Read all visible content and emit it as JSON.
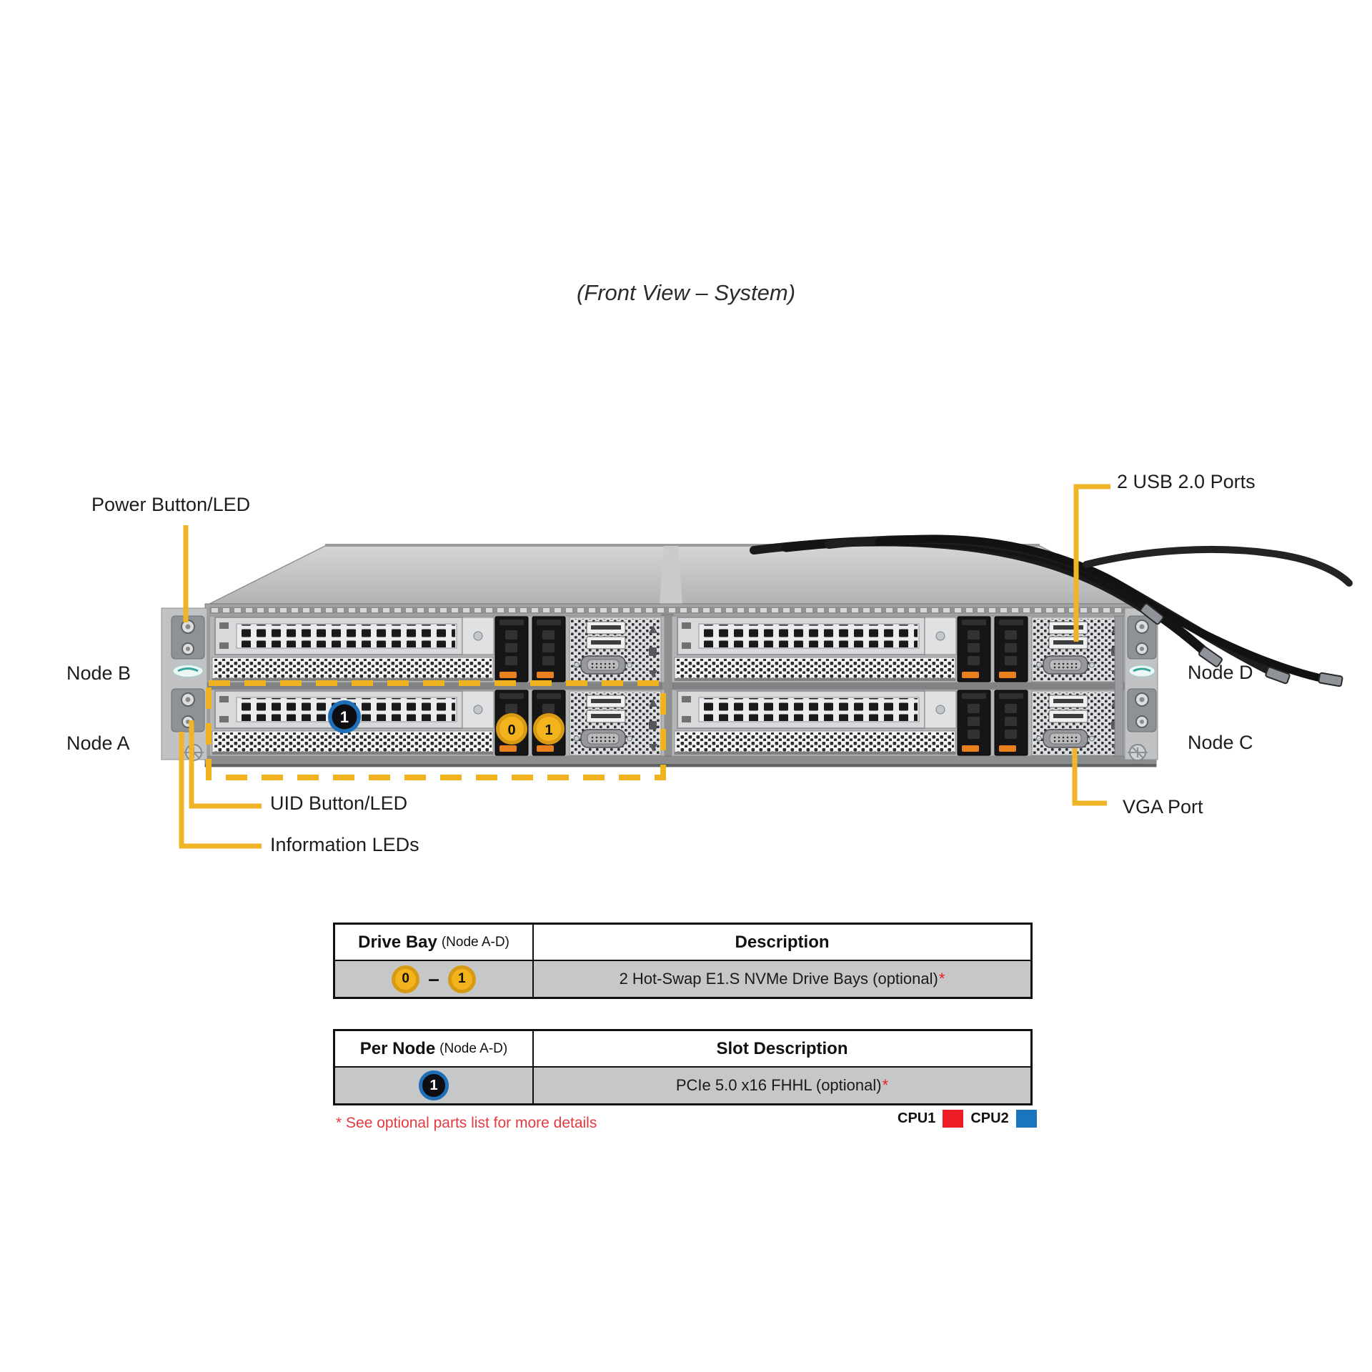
{
  "title": "(Front View – System)",
  "callouts": {
    "power_button": "Power Button/LED",
    "node_b": "Node B",
    "node_a": "Node A",
    "uid_button": "UID Button/LED",
    "information_leds": "Information LEDs",
    "usb_ports": "2 USB 2.0 Ports",
    "node_d": "Node D",
    "node_c": "Node C",
    "vga_port": "VGA Port"
  },
  "chassis_badges": {
    "pcie_slot": "1",
    "drive_bay_0": "0",
    "drive_bay_1": "1"
  },
  "tables": {
    "drive_bay": {
      "col1_header": "Drive Bay",
      "col1_header_sub": "(Node A-D)",
      "col2_header": "Description",
      "row_badges": [
        "0",
        "1"
      ],
      "row_separator": "–",
      "row_description": "2 Hot-Swap E1.S NVMe Drive Bays (optional)",
      "footnote_mark": "*"
    },
    "per_node": {
      "col1_header": "Per Node",
      "col1_header_sub": "(Node A-D)",
      "col2_header": "Slot Description",
      "row_badge": "1",
      "row_description": "PCIe 5.0 x16 FHHL (optional)",
      "footnote_mark": "*"
    }
  },
  "footnote": "* See optional parts list for more details",
  "legend": [
    {
      "label": "CPU1",
      "color": "#ed1c24"
    },
    {
      "label": "CPU2",
      "color": "#1b75bc"
    }
  ],
  "colors": {
    "callout_yellow": "#f0b429",
    "footnote_red": "#e23a40",
    "table_row_gray": "#c6c7c8",
    "drive_badge_yellow": "#f3b31c",
    "slot_badge_blue": "#1e6fb8"
  }
}
